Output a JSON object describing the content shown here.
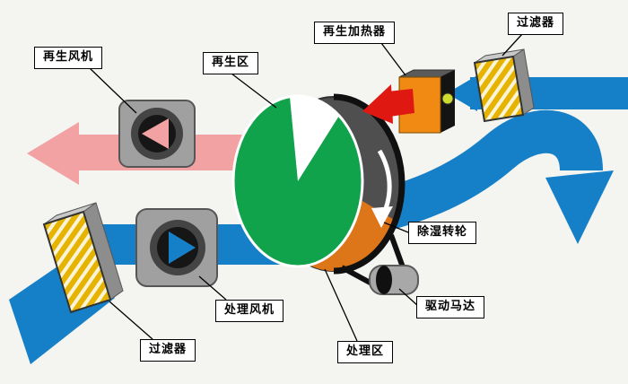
{
  "diagram": {
    "labels": {
      "regen_fan": "再生风机",
      "regen_zone": "再生区",
      "regen_heater": "再生加热器",
      "filter_top": "过滤器",
      "dehumid_wheel": "除湿转轮",
      "drive_motor": "驱动马达",
      "process_zone": "处理区",
      "process_fan": "处理风机",
      "filter_bottom": "过滤器"
    },
    "colors": {
      "process_air": "#1580c8",
      "regen_exhaust": "#f2a2a2",
      "hot_air": "#e01812",
      "wheel_face": "#0fa",
      "wheel_green": "#10a34b",
      "regen_sector_orange": "#dd7519",
      "heater_body": "#f08a12",
      "filter_yellow": "#e6b400",
      "metal_gray": "#a0a0a0",
      "background": "#f4f4f1"
    }
  }
}
